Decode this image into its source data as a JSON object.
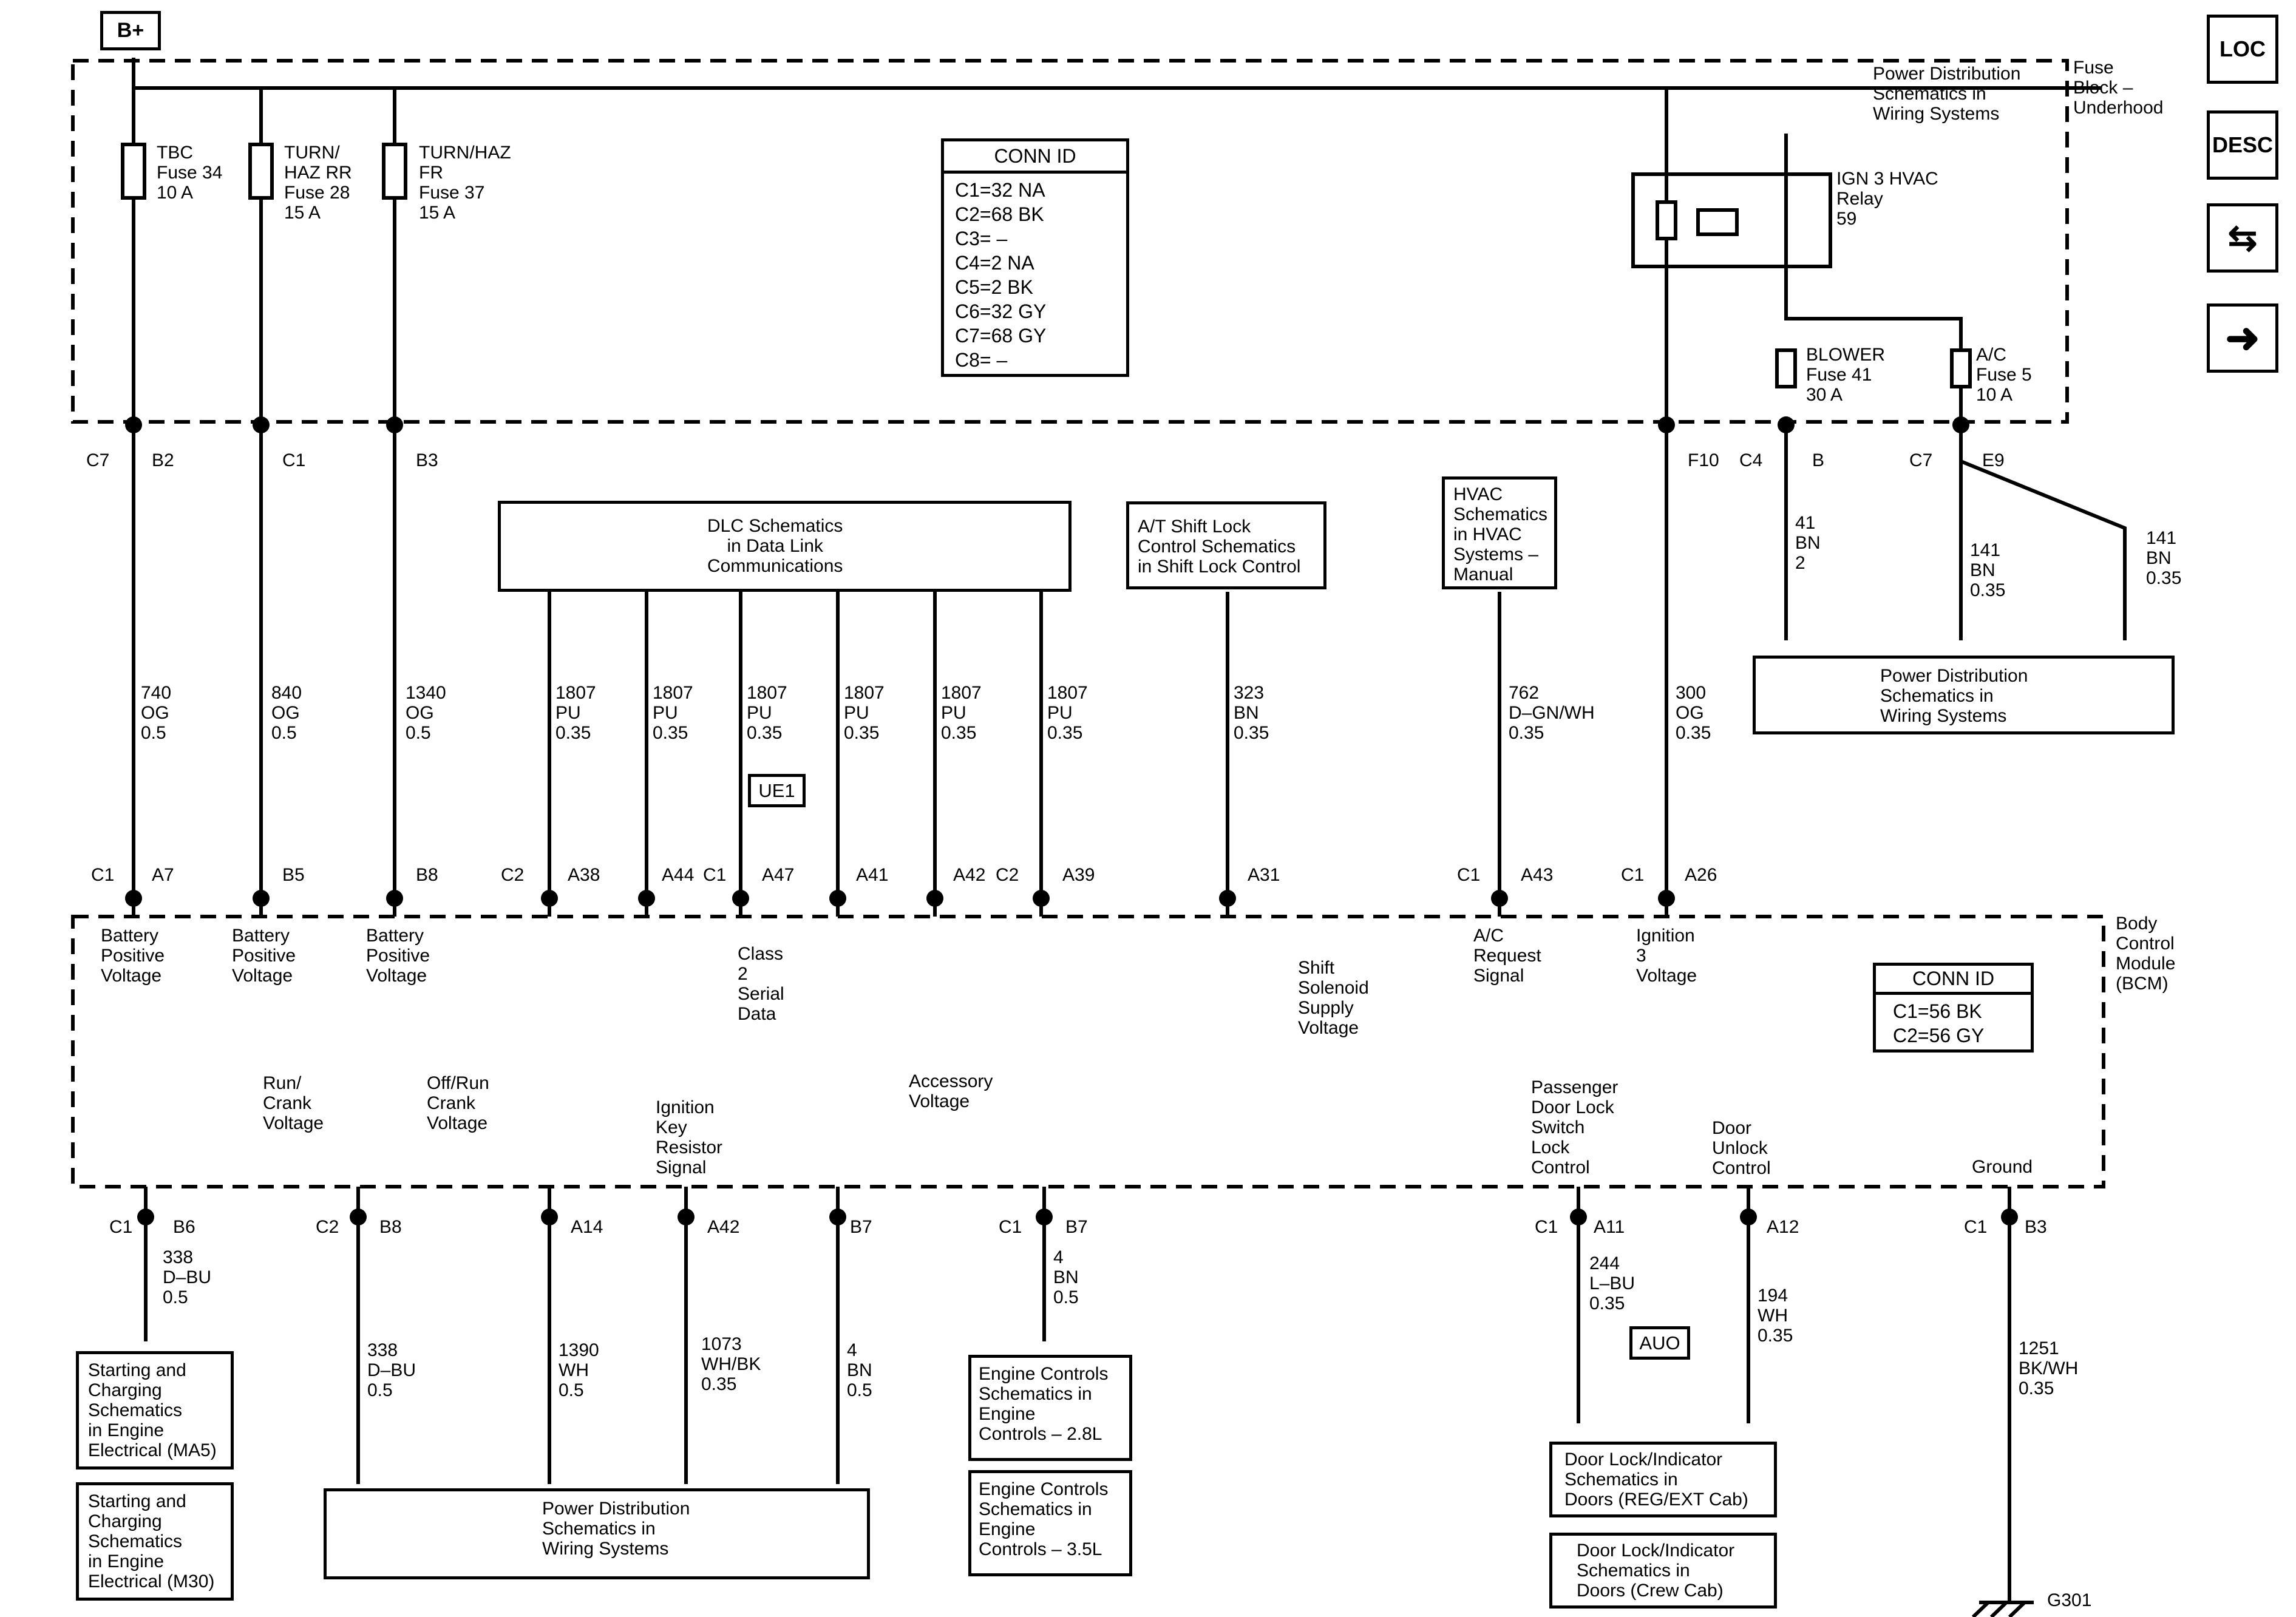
{
  "supply": "B+",
  "nav": {
    "loc": "LOC",
    "desc": "DESC"
  },
  "fuse_block": {
    "name": "Fuse\nBlock –\nUnderhood",
    "power_ref": "Power Distribution\nSchematics in\nWiring Systems",
    "fuses": [
      {
        "id": "tbc",
        "label": "TBC\nFuse 34\n10 A"
      },
      {
        "id": "turn-rr",
        "label": "TURN/\nHAZ RR\nFuse 28\n15 A"
      },
      {
        "id": "turn-fr",
        "label": "TURN/HAZ\nFR\nFuse 37\n15 A"
      },
      {
        "id": "blower",
        "label": "BLOWER\nFuse 41\n30 A"
      },
      {
        "id": "ac",
        "label": "A/C\nFuse 5\n10 A"
      }
    ],
    "relay": "IGN 3 HVAC\nRelay\n59",
    "conn_id_title": "CONN ID",
    "conn_ids": "C1=32 NA\nC2=68 BK\nC3= –\nC4=2 NA\nC5=2 BK\nC6=32 GY\nC7=68 GY\nC8= –"
  },
  "bcm": {
    "name": "Body\nControl\nModule\n(BCM)",
    "conn_id_title": "CONN ID",
    "conn_ids": "C1=56 BK\nC2=56 GY",
    "inputs": {
      "batt1": "Battery\nPositive\nVoltage",
      "batt2": "Battery\nPositive\nVoltage",
      "batt3": "Battery\nPositive\nVoltage",
      "class2": "Class\n2\nSerial\nData",
      "shift": "Shift\nSolenoid\nSupply\nVoltage",
      "ac_req": "A/C\nRequest\nSignal",
      "ign3": "Ignition\n3\nVoltage",
      "run_crank": "Run/\nCrank\nVoltage",
      "off_run": "Off/Run\nCrank\nVoltage",
      "ign_key": "Ignition\nKey\nResistor\nSignal",
      "accessory": "Accessory\nVoltage",
      "pass_door": "Passenger\nDoor Lock\nSwitch\nLock\nControl",
      "door_unlock": "Door\nUnlock\nControl",
      "ground": "Ground"
    }
  },
  "references": {
    "dlc": "DLC Schematics\nin Data Link\nCommunications",
    "shift_lock": "A/T Shift Lock\nControl Schematics\nin Shift Lock Control",
    "hvac": "HVAC\nSchematics\nin HVAC\nSystems –\nManual",
    "power_right": "Power Distribution\nSchematics in\nWiring Systems",
    "power_bottom": "Power Distribution\nSchematics in\nWiring Systems",
    "starting_ma5": "Starting and\nCharging\nSchematics\nin Engine\nElectrical (MA5)",
    "starting_m30": "Starting and\nCharging\nSchematics\nin Engine\nElectrical (M30)",
    "engine_28": "Engine Controls\nSchematics in\nEngine\nControls – 2.8L",
    "engine_35": "Engine Controls\nSchematics in\nEngine\nControls – 3.5L",
    "door_reg": "Door Lock/Indicator\nSchematics in\nDoors (REG/EXT Cab)",
    "door_crew": "Door Lock/Indicator\nSchematics in\nDoors (Crew Cab)"
  },
  "options": {
    "ue1": "UE1",
    "auo": "AUO"
  },
  "ground_id": "G301",
  "wires": {
    "w740": "740\nOG\n0.5",
    "w840": "840\nOG\n0.5",
    "w1340": "1340\nOG\n0.5",
    "w1807a": "1807\nPU\n0.35",
    "w1807b": "1807\nPU\n0.35",
    "w1807c": "1807\nPU\n0.35",
    "w1807d": "1807\nPU\n0.35",
    "w1807e": "1807\nPU\n0.35",
    "w1807f": "1807\nPU\n0.35",
    "w323": "323\nBN\n0.35",
    "w762": "762\nD–GN/WH\n0.35",
    "w300": "300\nOG\n0.35",
    "w41": "41\nBN\n2",
    "w141a": "141\nBN\n0.35",
    "w141b": "141\nBN\n0.35",
    "w338a": "338\nD–BU\n0.5",
    "w338b": "338\nD–BU\n0.5",
    "w1390": "1390\nWH\n0.5",
    "w1073": "1073\nWH/BK\n0.35",
    "w4a": "4\nBN\n0.5",
    "w4b": "4\nBN\n0.5",
    "w244": "244\nL–BU\n0.35",
    "w194": "194\nWH\n0.35",
    "w1251": "1251\nBK/WH\n0.35"
  },
  "connectors": {
    "c7": "C7",
    "b2": "B2",
    "c1a": "C1",
    "b3": "B3",
    "f10": "F10",
    "c4": "C4",
    "b": "B",
    "c7b": "C7",
    "e9": "E9",
    "c1b": "C1",
    "a7": "A7",
    "b5": "B5",
    "b8": "B8",
    "c2a": "C2",
    "a38": "A38",
    "a44": "A44",
    "c1c": "C1",
    "a47": "A47",
    "a41": "A41",
    "a42": "A42",
    "c2b": "C2",
    "a39": "A39",
    "a31": "A31",
    "c1d": "C1",
    "a43": "A43",
    "c1e": "C1",
    "a26": "A26",
    "c1f": "C1",
    "b6": "B6",
    "c2c": "C2",
    "b8b": "B8",
    "a14": "A14",
    "a42b": "A42",
    "b7": "B7",
    "c1g": "C1",
    "b7b": "B7",
    "c1h": "C1",
    "a11": "A11",
    "a12": "A12",
    "c1i": "C1",
    "b3b": "B3"
  }
}
